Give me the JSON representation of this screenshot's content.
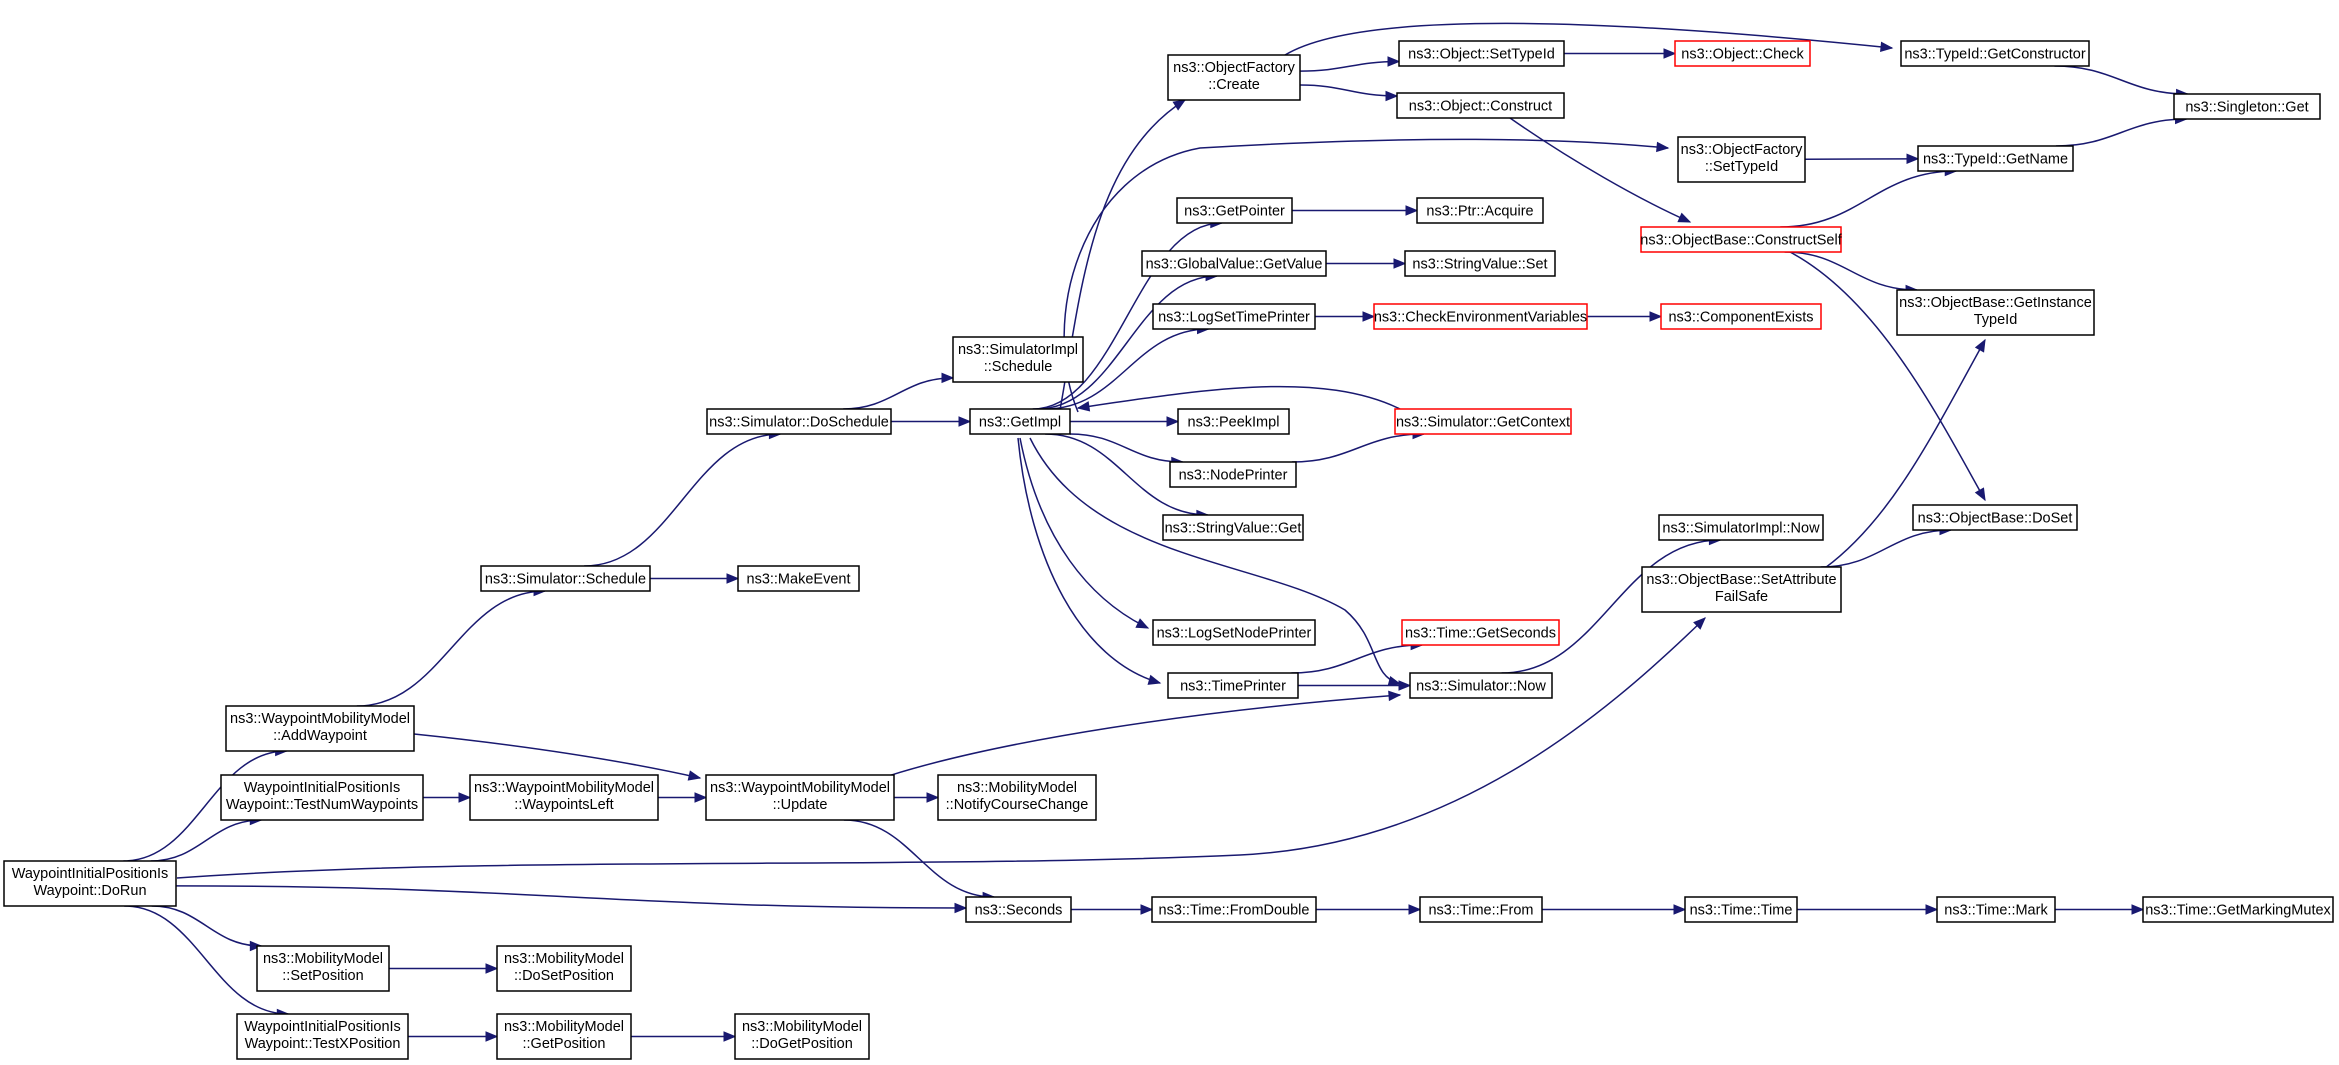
{
  "colors": {
    "edge": "#191970",
    "node_border": "#000000",
    "node_border_truncated": "#ff0000",
    "root_fill": "#bfbfbf",
    "node_fill": "#ffffff"
  },
  "nodes": [
    {
      "id": "root",
      "lines": [
        "WaypointInitialPositionIs",
        "Waypoint::DoRun"
      ],
      "style": "root"
    },
    {
      "id": "addwaypoint",
      "lines": [
        "ns3::WaypointMobilityModel",
        "::AddWaypoint"
      ]
    },
    {
      "id": "testnumwaypoints",
      "lines": [
        "WaypointInitialPositionIs",
        "Waypoint::TestNumWaypoints"
      ]
    },
    {
      "id": "setposition",
      "lines": [
        "ns3::MobilityModel",
        "::SetPosition"
      ]
    },
    {
      "id": "testxposition",
      "lines": [
        "WaypointInitialPositionIs",
        "Waypoint::TestXPosition"
      ]
    },
    {
      "id": "simschedule",
      "lines": [
        "ns3::Simulator::Schedule"
      ]
    },
    {
      "id": "waypointsleft",
      "lines": [
        "ns3::WaypointMobilityModel",
        "::WaypointsLeft"
      ]
    },
    {
      "id": "dosetposition",
      "lines": [
        "ns3::MobilityModel",
        "::DoSetPosition"
      ]
    },
    {
      "id": "getposition",
      "lines": [
        "ns3::MobilityModel",
        "::GetPosition"
      ]
    },
    {
      "id": "doschedule",
      "lines": [
        "ns3::Simulator::DoSchedule"
      ]
    },
    {
      "id": "makeevent",
      "lines": [
        "ns3::MakeEvent"
      ]
    },
    {
      "id": "update",
      "lines": [
        "ns3::WaypointMobilityModel",
        "::Update"
      ]
    },
    {
      "id": "dogetposition",
      "lines": [
        "ns3::MobilityModel",
        "::DoGetPosition"
      ]
    },
    {
      "id": "simimplschedule",
      "lines": [
        "ns3::SimulatorImpl",
        "::Schedule"
      ]
    },
    {
      "id": "getimpl",
      "lines": [
        "ns3::GetImpl"
      ]
    },
    {
      "id": "notifycourse",
      "lines": [
        "ns3::MobilityModel",
        "::NotifyCourseChange"
      ]
    },
    {
      "id": "seconds",
      "lines": [
        "ns3::Seconds"
      ]
    },
    {
      "id": "objfactorycreate",
      "lines": [
        "ns3::ObjectFactory",
        "::Create"
      ]
    },
    {
      "id": "getpointer",
      "lines": [
        "ns3::GetPointer"
      ]
    },
    {
      "id": "gvgetvalue",
      "lines": [
        "ns3::GlobalValue::GetValue"
      ]
    },
    {
      "id": "logsettimeprinter",
      "lines": [
        "ns3::LogSetTimePrinter"
      ]
    },
    {
      "id": "peekimpl",
      "lines": [
        "ns3::PeekImpl"
      ]
    },
    {
      "id": "nodeprinter",
      "lines": [
        "ns3::NodePrinter"
      ]
    },
    {
      "id": "stringvalueget",
      "lines": [
        "ns3::StringValue::Get"
      ]
    },
    {
      "id": "logsetnodeprinter",
      "lines": [
        "ns3::LogSetNodePrinter"
      ]
    },
    {
      "id": "timeprinter",
      "lines": [
        "ns3::TimePrinter"
      ]
    },
    {
      "id": "timefromdouble",
      "lines": [
        "ns3::Time::FromDouble"
      ]
    },
    {
      "id": "objsettypeid",
      "lines": [
        "ns3::Object::SetTypeId"
      ]
    },
    {
      "id": "objconstruct",
      "lines": [
        "ns3::Object::Construct"
      ]
    },
    {
      "id": "ptracquire",
      "lines": [
        "ns3::Ptr::Acquire"
      ]
    },
    {
      "id": "stringvalueset",
      "lines": [
        "ns3::StringValue::Set"
      ]
    },
    {
      "id": "checkenv",
      "lines": [
        "ns3::CheckEnvironmentVariables"
      ],
      "style": "truncated"
    },
    {
      "id": "simgetcontext",
      "lines": [
        "ns3::Simulator::GetContext"
      ],
      "style": "truncated"
    },
    {
      "id": "timegetseconds",
      "lines": [
        "ns3::Time::GetSeconds"
      ],
      "style": "truncated"
    },
    {
      "id": "simnow",
      "lines": [
        "ns3::Simulator::Now"
      ]
    },
    {
      "id": "timefrom",
      "lines": [
        "ns3::Time::From"
      ]
    },
    {
      "id": "objcheck",
      "lines": [
        "ns3::Object::Check"
      ],
      "style": "truncated"
    },
    {
      "id": "ofsettypeid",
      "lines": [
        "ns3::ObjectFactory",
        "::SetTypeId"
      ]
    },
    {
      "id": "constructself",
      "lines": [
        "ns3::ObjectBase::ConstructSelf"
      ],
      "style": "truncated"
    },
    {
      "id": "componentexists",
      "lines": [
        "ns3::ComponentExists"
      ],
      "style": "truncated"
    },
    {
      "id": "simimplnow",
      "lines": [
        "ns3::SimulatorImpl::Now"
      ]
    },
    {
      "id": "setattrfailsafe",
      "lines": [
        "ns3::ObjectBase::SetAttribute",
        "FailSafe"
      ]
    },
    {
      "id": "timetime",
      "lines": [
        "ns3::Time::Time"
      ]
    },
    {
      "id": "gettypeconstructor",
      "lines": [
        "ns3::TypeId::GetConstructor"
      ]
    },
    {
      "id": "typeidgetname",
      "lines": [
        "ns3::TypeId::GetName"
      ]
    },
    {
      "id": "getinstancetypeid",
      "lines": [
        "ns3::ObjectBase::GetInstance",
        "TypeId"
      ]
    },
    {
      "id": "obdoset",
      "lines": [
        "ns3::ObjectBase::DoSet"
      ]
    },
    {
      "id": "timemark",
      "lines": [
        "ns3::Time::Mark"
      ]
    },
    {
      "id": "singletonget",
      "lines": [
        "ns3::Singleton::Get"
      ]
    },
    {
      "id": "getmarkingmutex",
      "lines": [
        "ns3::Time::GetMarkingMutex"
      ]
    }
  ],
  "edges": [
    [
      "root",
      "addwaypoint"
    ],
    [
      "root",
      "testnumwaypoints"
    ],
    [
      "root",
      "setposition"
    ],
    [
      "root",
      "testxposition"
    ],
    [
      "root",
      "seconds"
    ],
    [
      "root",
      "setattrfailsafe"
    ],
    [
      "addwaypoint",
      "simschedule"
    ],
    [
      "addwaypoint",
      "update"
    ],
    [
      "testnumwaypoints",
      "waypointsleft"
    ],
    [
      "waypointsleft",
      "update"
    ],
    [
      "setposition",
      "dosetposition"
    ],
    [
      "testxposition",
      "getposition"
    ],
    [
      "getposition",
      "dogetposition"
    ],
    [
      "simschedule",
      "doschedule"
    ],
    [
      "simschedule",
      "makeevent"
    ],
    [
      "doschedule",
      "simimplschedule"
    ],
    [
      "doschedule",
      "getimpl"
    ],
    [
      "update",
      "simnow"
    ],
    [
      "update",
      "notifycourse"
    ],
    [
      "update",
      "seconds"
    ],
    [
      "getimpl",
      "objfactorycreate"
    ],
    [
      "getimpl",
      "ofsettypeid"
    ],
    [
      "getimpl",
      "getpointer"
    ],
    [
      "getimpl",
      "gvgetvalue"
    ],
    [
      "getimpl",
      "logsettimeprinter"
    ],
    [
      "getimpl",
      "peekimpl"
    ],
    [
      "getimpl",
      "nodeprinter"
    ],
    [
      "getimpl",
      "stringvalueget"
    ],
    [
      "getimpl",
      "logsetnodeprinter"
    ],
    [
      "getimpl",
      "timeprinter"
    ],
    [
      "getimpl",
      "simnow"
    ],
    [
      "simgetcontext",
      "getimpl"
    ],
    [
      "objfactorycreate",
      "objsettypeid"
    ],
    [
      "objfactorycreate",
      "objconstruct"
    ],
    [
      "objfactorycreate",
      "gettypeconstructor"
    ],
    [
      "objsettypeid",
      "objcheck"
    ],
    [
      "objconstruct",
      "constructself"
    ],
    [
      "getpointer",
      "ptracquire"
    ],
    [
      "gvgetvalue",
      "stringvalueset"
    ],
    [
      "logsettimeprinter",
      "checkenv"
    ],
    [
      "checkenv",
      "componentexists"
    ],
    [
      "nodeprinter",
      "simgetcontext"
    ],
    [
      "timeprinter",
      "timegetseconds"
    ],
    [
      "timeprinter",
      "simnow"
    ],
    [
      "simnow",
      "simimplnow"
    ],
    [
      "seconds",
      "timefromdouble"
    ],
    [
      "timefromdouble",
      "timefrom"
    ],
    [
      "timefrom",
      "timetime"
    ],
    [
      "timetime",
      "timemark"
    ],
    [
      "timemark",
      "getmarkingmutex"
    ],
    [
      "ofsettypeid",
      "typeidgetname"
    ],
    [
      "constructself",
      "typeidgetname"
    ],
    [
      "constructself",
      "getinstancetypeid"
    ],
    [
      "constructself",
      "obdoset"
    ],
    [
      "setattrfailsafe",
      "getinstancetypeid"
    ],
    [
      "setattrfailsafe",
      "obdoset"
    ],
    [
      "gettypeconstructor",
      "singletonget"
    ],
    [
      "typeidgetname",
      "singletonget"
    ]
  ]
}
